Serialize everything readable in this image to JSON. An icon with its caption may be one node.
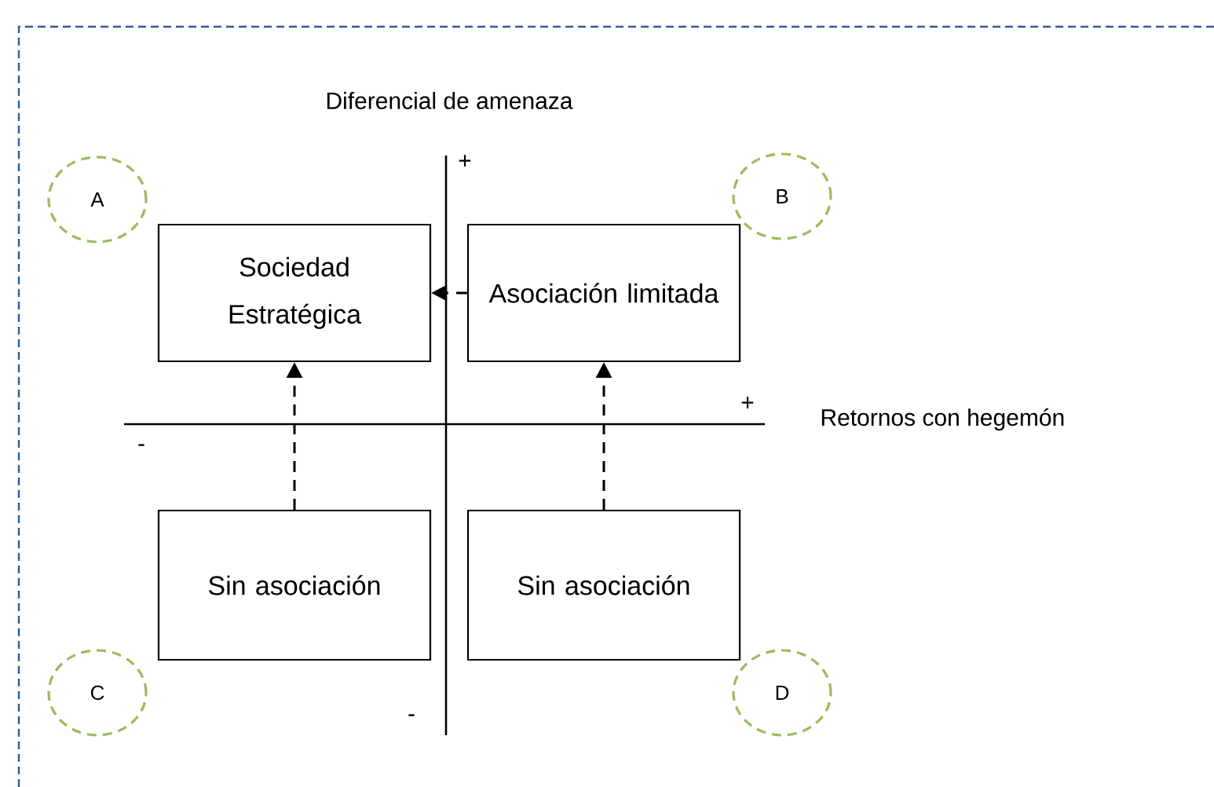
{
  "diagram": {
    "nodes": [
      {
        "text": [
          "A"
        ]
      },
      {
        "text": [
          "B"
        ]
      },
      {
        "text": [
          "Sociedad Estratégica"
        ]
      },
      {
        "text": [
          "Asociación limitada"
        ]
      },
      {
        "text": [
          "Sin asociación"
        ]
      },
      {
        "text": [
          "Sin asociación"
        ]
      },
      {
        "text": [
          "C"
        ]
      },
      {
        "text": [
          "D"
        ]
      }
    ],
    "edges": [
      {
        "from": 3,
        "to": 2,
        "arrow": "to",
        "style": "dashed"
      },
      {
        "from": 4,
        "to": 2,
        "arrow": "to",
        "style": "dashed"
      },
      {
        "from": 5,
        "to": 3,
        "arrow": "to",
        "style": "dashed"
      }
    ],
    "labels": [
      "Diferencial de amenaza",
      "+",
      "+",
      "Retornos con hegemón",
      "-",
      "-"
    ]
  }
}
